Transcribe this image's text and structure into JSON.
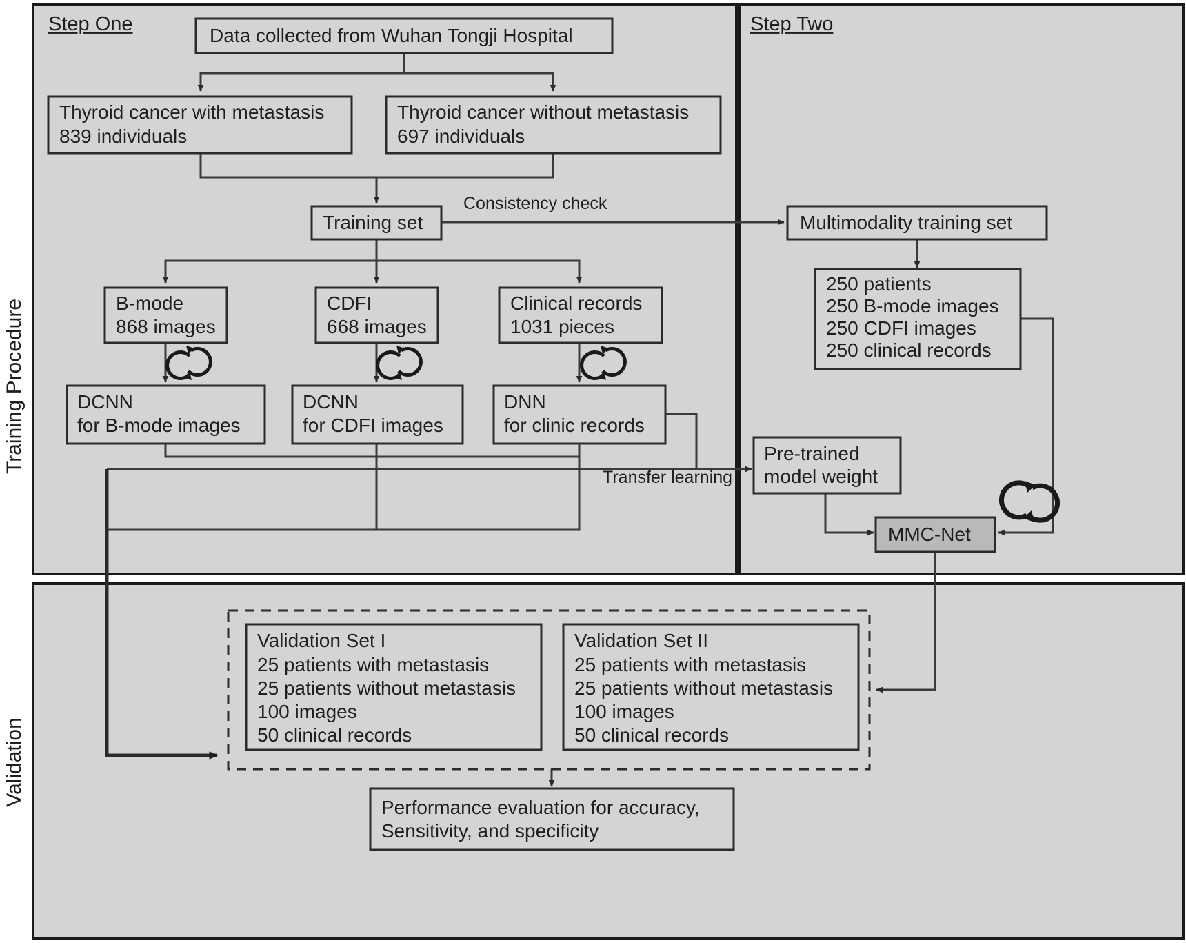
{
  "figure": {
    "type": "flowchart",
    "title": "MMC-Net training and validation workflow",
    "side_labels": [
      {
        "id": "training-procedure",
        "text": "Training Procedure"
      },
      {
        "id": "validation",
        "text": "Validation"
      }
    ],
    "panels": [
      {
        "id": "step-one",
        "label": "Step One"
      },
      {
        "id": "step-two",
        "label": "Step Two"
      },
      {
        "id": "validation-panel",
        "label": ""
      }
    ]
  },
  "nodes": {
    "data_source": {
      "lines": [
        "Data collected from Wuhan Tongji Hospital"
      ]
    },
    "with_metastasis": {
      "lines": [
        "Thyroid cancer with metastasis",
        "839 individuals"
      ]
    },
    "without_metastasis": {
      "lines": [
        "Thyroid cancer without metastasis",
        "697 individuals"
      ]
    },
    "training_set": {
      "lines": [
        "Training set"
      ]
    },
    "bmode": {
      "lines": [
        "B-mode",
        "868 images"
      ]
    },
    "cdfi": {
      "lines": [
        "CDFI",
        "668 images"
      ]
    },
    "clinical_records": {
      "lines": [
        "Clinical records",
        "1031 pieces"
      ]
    },
    "dcnn_bmode": {
      "lines": [
        "DCNN",
        "for B-mode images"
      ]
    },
    "dcnn_cdfi": {
      "lines": [
        "DCNN",
        "for CDFI images"
      ]
    },
    "dnn_clinic": {
      "lines": [
        "DNN",
        "for clinic records"
      ]
    },
    "multimodality_training_set": {
      "lines": [
        "Multimodality training set"
      ]
    },
    "multimodality_counts": {
      "lines": [
        "250 patients",
        "250 B-mode images",
        "250 CDFI images",
        "250 clinical records"
      ]
    },
    "pretrained_weight": {
      "lines": [
        "Pre-trained",
        "model weight"
      ]
    },
    "mmc_net": {
      "lines": [
        "MMC-Net"
      ]
    },
    "validation_set_1": {
      "lines": [
        "Validation Set I",
        "25 patients with metastasis",
        "25 patients without metastasis",
        "100 images",
        "50 clinical records"
      ]
    },
    "validation_set_2": {
      "lines": [
        "Validation Set II",
        "25 patients with metastasis",
        "25 patients without metastasis",
        "100 images",
        "50 clinical records"
      ]
    },
    "performance": {
      "lines": [
        "Performance evaluation for accuracy,",
        "Sensitivity, and specificity"
      ]
    }
  },
  "edge_labels": {
    "consistency_check": "Consistency check",
    "transfer_learning": "Transfer learning"
  },
  "icons": {
    "loop_bmode": "refresh-loop-icon",
    "loop_cdfi": "refresh-loop-icon",
    "loop_clinic": "refresh-loop-icon",
    "loop_mmcnet": "refresh-loop-icon"
  },
  "colors": {
    "panel_fill": "#d4d4d4",
    "node_fill": "#d4d4d4",
    "highlight_fill": "#b9b9b9",
    "stroke": "#2b2b2b",
    "page_background": "#ffffff"
  }
}
